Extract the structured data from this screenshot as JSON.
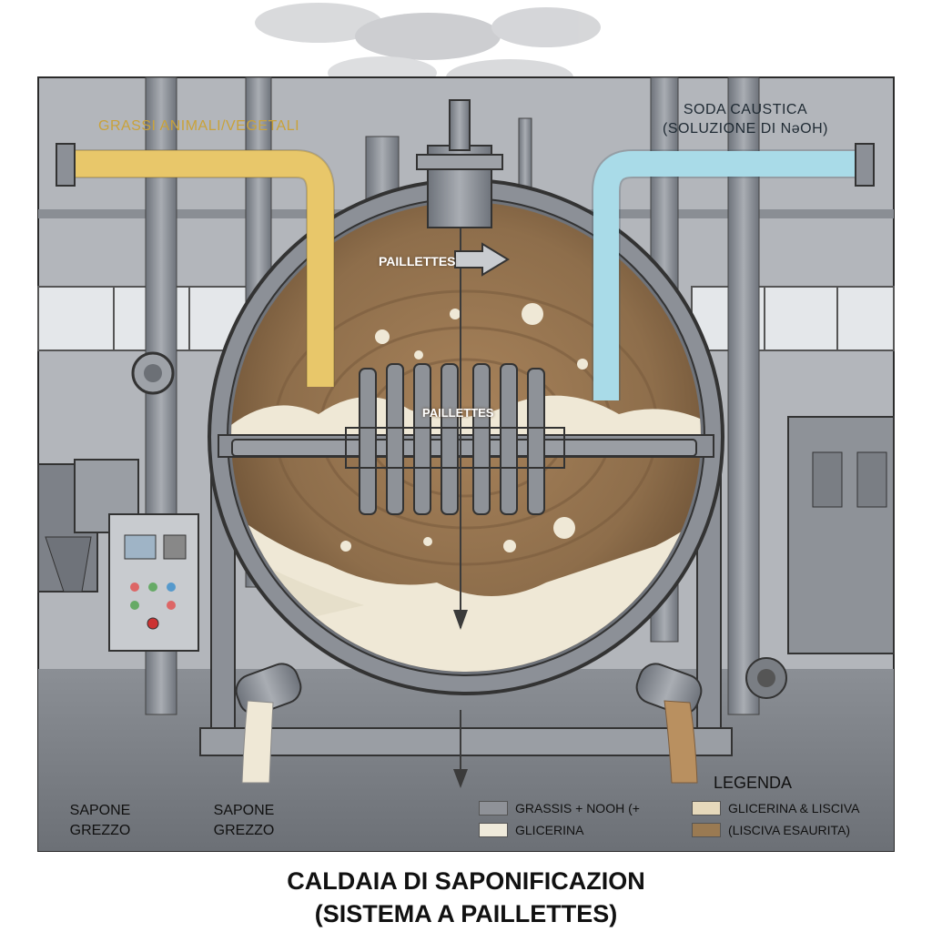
{
  "labels": {
    "fats": "GRASSI ANIMALI/VEGETALI",
    "soda_line1": "SODA CAUSTICA",
    "soda_line2": "(SOLUZIONE DI NəOH)",
    "paillettes_top": "PAILLETTES",
    "paillettes_center": "PAILLETTES",
    "soap_left_1": "SAPONE",
    "soap_left_2": "GREZZO",
    "soap_mid_1": "SAPONE",
    "soap_mid_2": "GREZZO"
  },
  "legend": {
    "title": "LEGENDA",
    "items": [
      {
        "label": "GRASSIS + NOOH (+",
        "color": "#8f9298"
      },
      {
        "label": "GLICERINA",
        "color": "#efeadb"
      },
      {
        "label": "GLICERINA & LISCIVA",
        "color": "#e6d9bb"
      },
      {
        "label": "(LISCIVA ESAURITA)",
        "color": "#9a7a52"
      }
    ]
  },
  "title": {
    "line1": "CALDAIA DI SAPONIFICAZION",
    "line2": "(SISTEMA A PAILLETTES)"
  },
  "colors": {
    "fat_pipe": "#e8c76a",
    "soda_pipe": "#a9dbe8",
    "mixture": "#8e6e4b",
    "foam": "#efe8d6",
    "steel": "#8c9097",
    "background": "#b9bcc1"
  }
}
